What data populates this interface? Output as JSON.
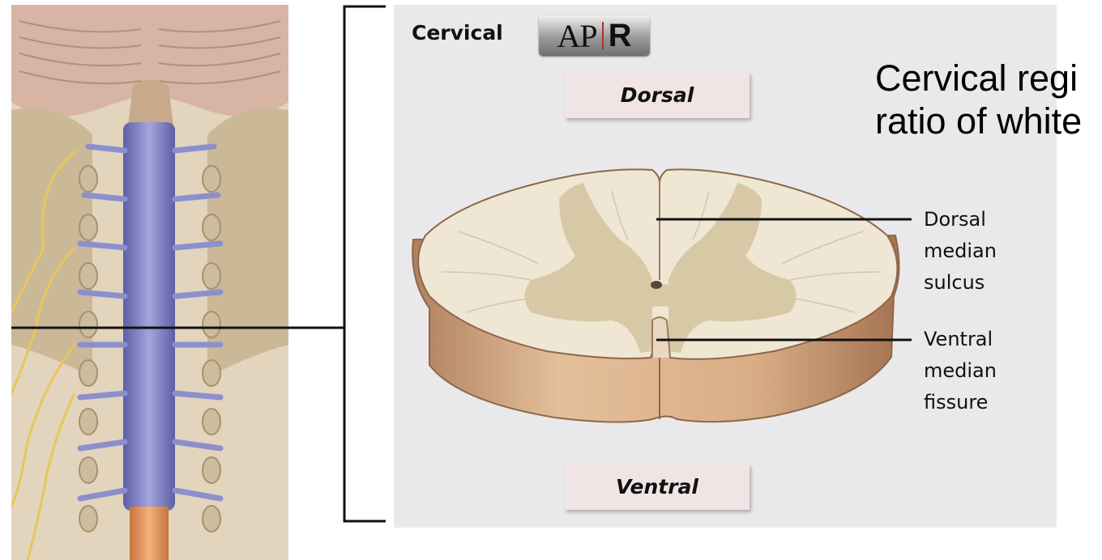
{
  "panel": {
    "region_label": "Cervical",
    "logo": {
      "left": "AP",
      "right": "R"
    },
    "dorsal_label": "Dorsal",
    "ventral_label": "Ventral"
  },
  "heading": {
    "line1": "Cervical regi",
    "line2": "ratio of white"
  },
  "callouts": {
    "dorsal": [
      "Dorsal",
      "median",
      "sulcus"
    ],
    "ventral": [
      "Ventral",
      "median",
      "fissure"
    ]
  },
  "colors": {
    "panel_background": "#e9e9eb",
    "label_box": "#f1e4e4",
    "white_matter": "#efe6d4",
    "gray_matter": "#d8c9a6",
    "cord_side": "#c99a72",
    "spinal_cord": "#7d7fc0",
    "cauda": "#e0995a",
    "nerves": "#e8c65a"
  }
}
